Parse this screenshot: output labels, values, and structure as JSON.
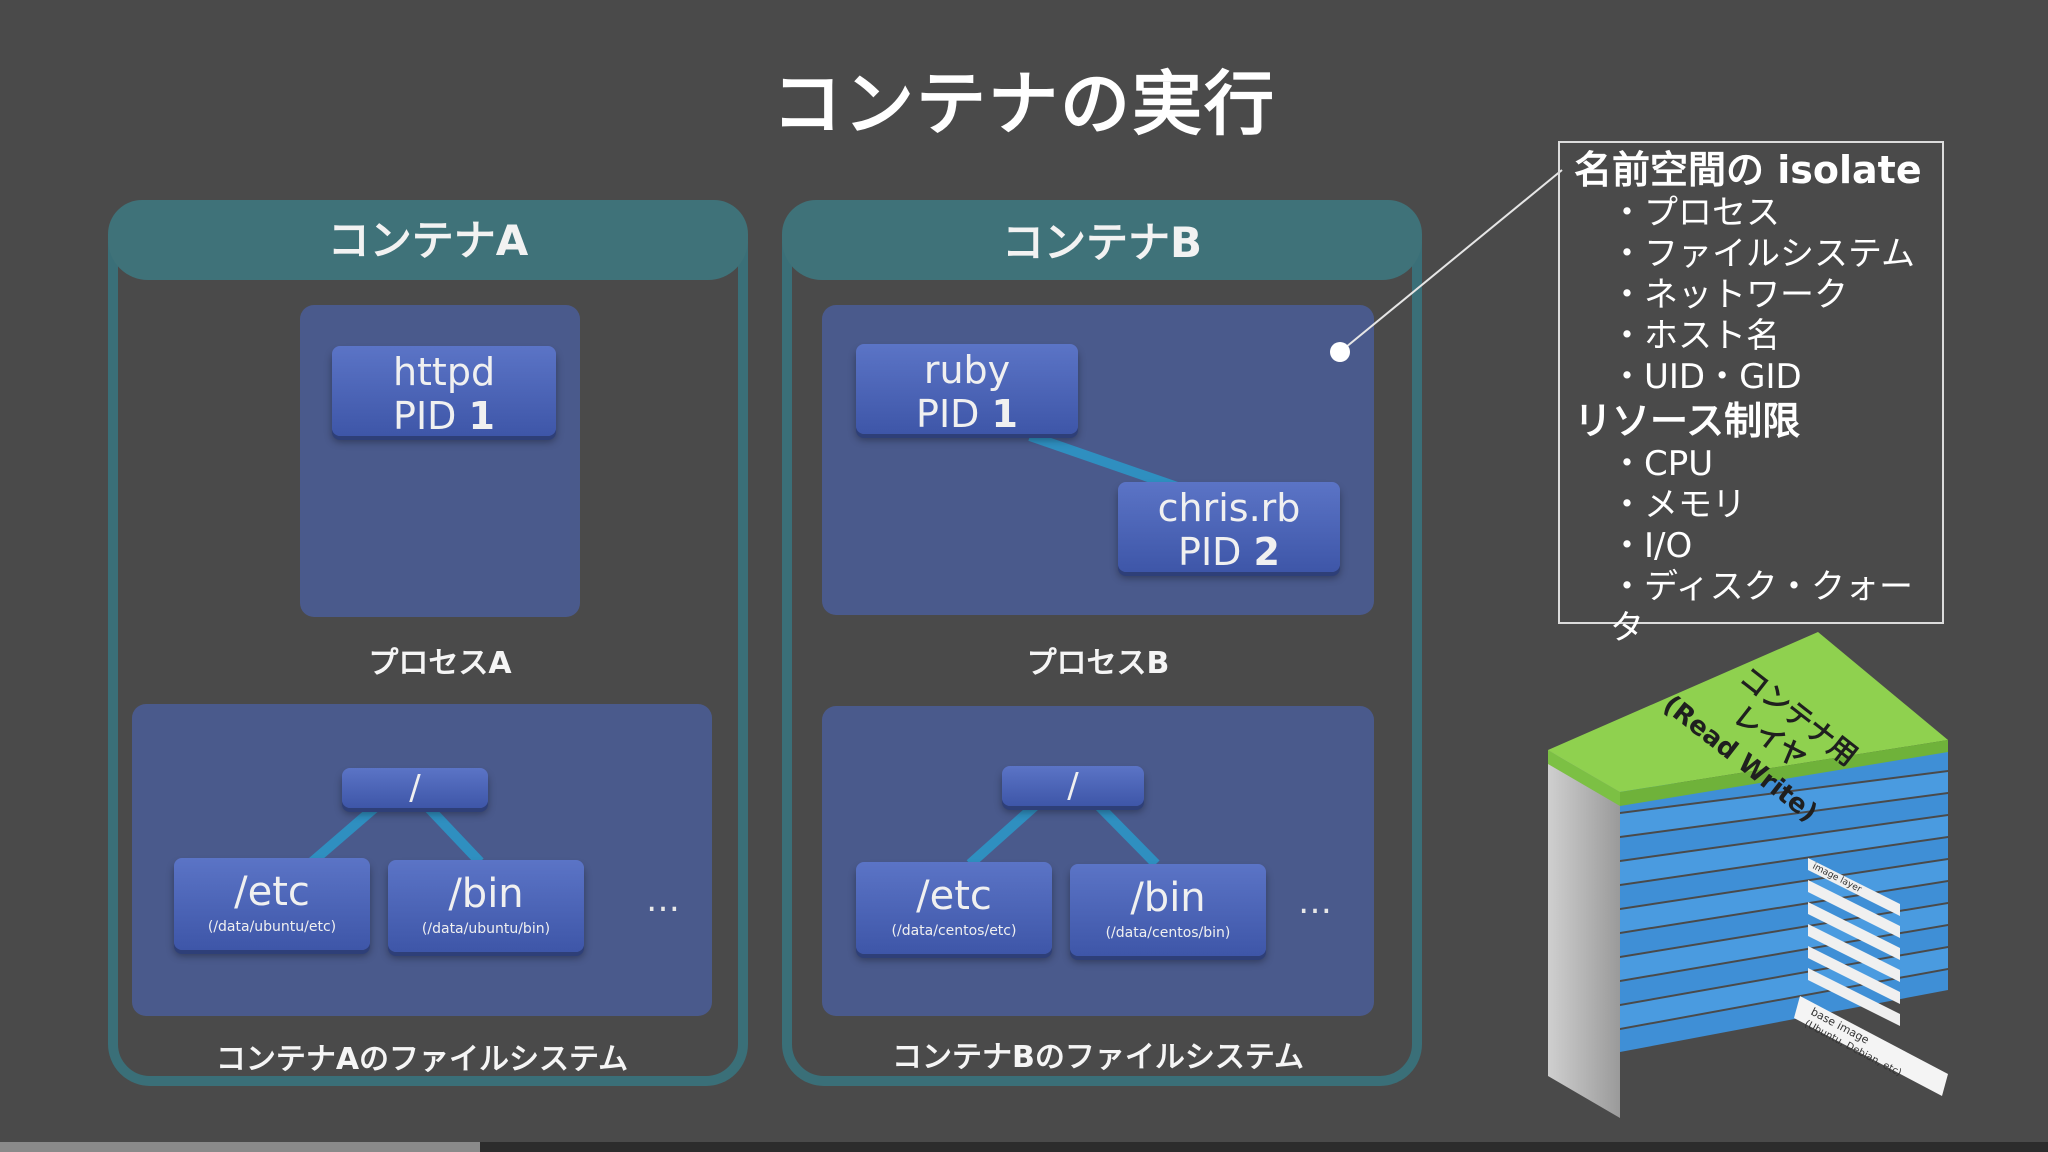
{
  "slide": {
    "title": "コンテナの実行"
  },
  "container_a": {
    "header": "コンテナA",
    "process": {
      "name": "httpd",
      "pid_label": "PID",
      "pid_num": "1"
    },
    "process_label": "プロセスA",
    "fs": {
      "root": "/",
      "dirs": [
        {
          "name": "/etc",
          "path": "(/data/ubuntu/etc)"
        },
        {
          "name": "/bin",
          "path": "(/data/ubuntu/bin)"
        }
      ],
      "more": "…"
    },
    "fs_label": "コンテナAのファイルシステム"
  },
  "container_b": {
    "header": "コンテナB",
    "process_parent": {
      "name": "ruby",
      "pid_label": "PID",
      "pid_num": "1"
    },
    "process_child": {
      "name": "chris.rb",
      "pid_label": "PID",
      "pid_num": "2"
    },
    "process_label": "プロセスB",
    "fs": {
      "root": "/",
      "dirs": [
        {
          "name": "/etc",
          "path": "(/data/centos/etc)"
        },
        {
          "name": "/bin",
          "path": "(/data/centos/bin)"
        }
      ],
      "more": "…"
    },
    "fs_label": "コンテナBのファイルシステム"
  },
  "callout": {
    "isolate_heading": "名前空間の isolate",
    "isolate_items": [
      "・プロセス",
      "・ファイルシステム",
      "・ネットワーク",
      "・ホスト名",
      "・UID・GID"
    ],
    "resource_heading": "リソース制限",
    "resource_items": [
      "・CPU",
      "・メモリ",
      "・I/O",
      "・ディスク・クォータ"
    ]
  },
  "layer_stack": {
    "top_line1": "コンテナ用",
    "top_line2": "レイヤ",
    "top_line3": "(Read Write)",
    "image_layer_label": "image layer",
    "base_line1": "base image",
    "base_line2": "(Ubuntu, Debian, etc)"
  },
  "colors": {
    "background": "#4a4a4a",
    "container_frame": "#3a6f78",
    "panel": "#4a5a8c",
    "process_box": "#4a64b8",
    "link_line": "#2f8fc0",
    "layer_top": "#8fd14f",
    "layer_blue": "#3f8fd6"
  }
}
